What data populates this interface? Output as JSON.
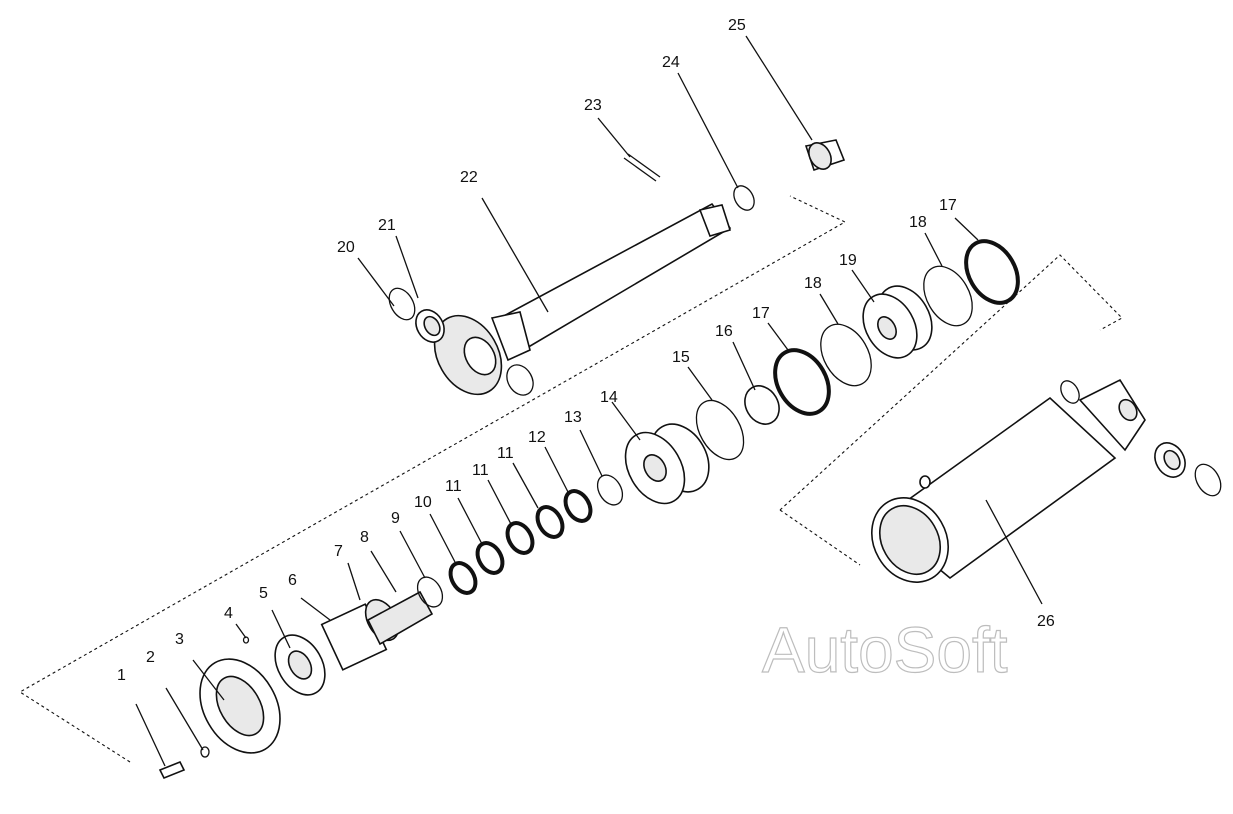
{
  "callouts": [
    "1",
    "2",
    "3",
    "4",
    "5",
    "6",
    "7",
    "8",
    "9",
    "10",
    "11",
    "11",
    "11",
    "12",
    "13",
    "14",
    "15",
    "16",
    "17",
    "17",
    "18",
    "18",
    "19",
    "20",
    "21",
    "22",
    "23",
    "24",
    "25",
    "26"
  ],
  "watermark": "AutoSoft",
  "icons": {
    "part": "exploded-part-illustration"
  }
}
